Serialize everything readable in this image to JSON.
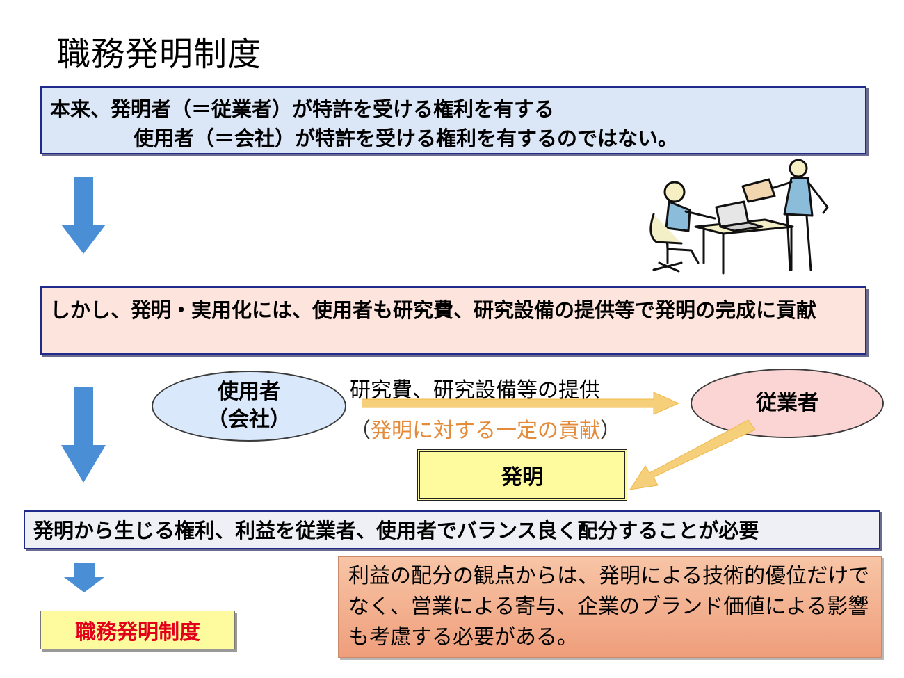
{
  "title": "職務発明制度",
  "box1": {
    "line1": "本来、発明者（＝従業者）が特許を受ける権利を有する",
    "line2": "使用者（＝会社）が特許を受ける権利を有するのではない。"
  },
  "box2": {
    "text": "しかし、発明・実用化には、使用者も研究費、研究設備の提供等で発明の完成に貢献"
  },
  "diagram": {
    "employer_line1": "使用者",
    "employer_line2": "（会社）",
    "provide_text": "研究費、研究設備等の提供",
    "contrib_open": "（",
    "contrib_text": "発明に対する一定の貢献",
    "contrib_close": "）",
    "employee": "従業者",
    "invention": "発明"
  },
  "box3": {
    "text": "発明から生じる権利、利益を従業者、使用者でバランス良く配分することが必要"
  },
  "note": {
    "text": "利益の配分の観点からは、発明による技術的優位だけでなく、営業による寄与、企業のブランド価値による影響も考慮する必要がある。"
  },
  "conclusion": "職務発明制度",
  "icons": {
    "down_arrow": "down-arrow-icon",
    "clipart": "office-workers-clipart"
  },
  "colors": {
    "arrow_blue": "#4a8fd6",
    "flow_arrow": "#f6cf7a",
    "conclusion_text": "#e3001b",
    "contrib_text": "#e38b3a"
  }
}
